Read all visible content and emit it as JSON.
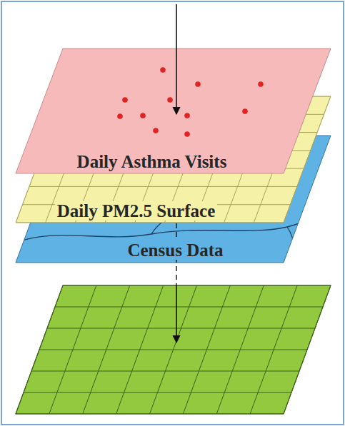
{
  "diagram": {
    "nodes": [
      {
        "text": [
          "Daily Asthma Visits"
        ]
      },
      {
        "text": [
          "Daily PM2.5 Surface"
        ]
      },
      {
        "text": [
          "Census Data"
        ]
      }
    ]
  }
}
